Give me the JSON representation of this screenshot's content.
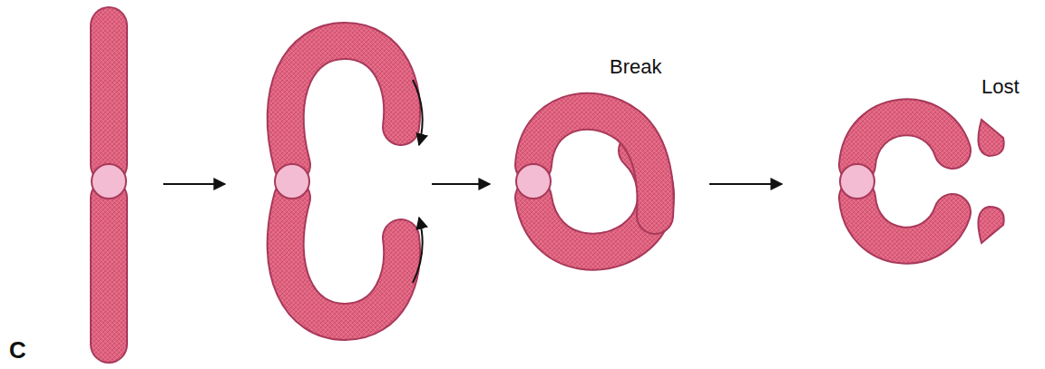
{
  "diagram": {
    "labels": [
      "Break",
      "Lost",
      "C"
    ]
  }
}
